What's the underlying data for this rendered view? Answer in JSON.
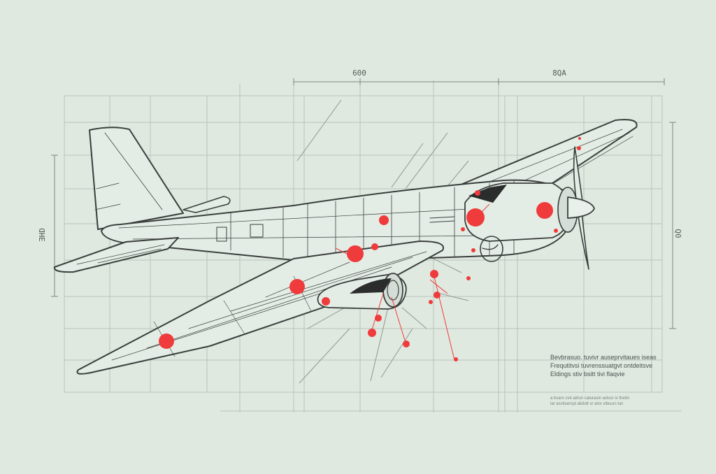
{
  "dimensions": {
    "top_left": "600",
    "top_right": "8QA",
    "side_left": "ƎHD",
    "side_right": "Q0"
  },
  "caption": {
    "lines": [
      "Bevbrasuo. tuvivr auseprvitaues iseas",
      "Frequtitvsi tuvrenssuatgvt ontdeitsve",
      "Eldings stiv bsitt tivi flaqvie"
    ]
  },
  "footnote": {
    "lines": [
      "a bvarn cvti airlun caturasin avlosr iv thetin",
      "lar ecvtiuerspl abitolt vr alsv vibuurs lun"
    ]
  },
  "colors": {
    "background": "#dfe9e0",
    "line": "#3a3e3c",
    "grid": "#b9c4bc",
    "impact": "#ef3b3b"
  },
  "icons": {
    "aircraft": "propeller-bomber-illustration",
    "impact": "red-dot-marker"
  }
}
